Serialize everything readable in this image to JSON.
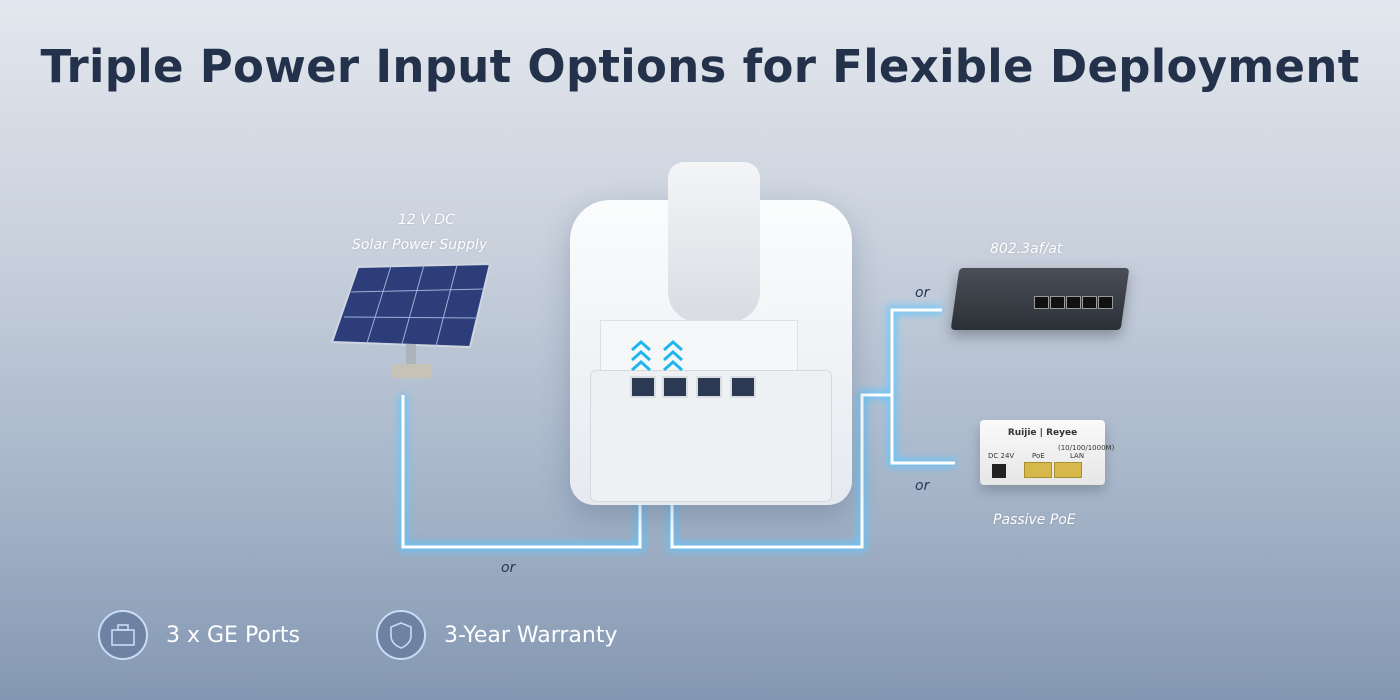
{
  "title": "Triple Power Input Options for Flexible Deployment",
  "solar": {
    "line1": "12 V DC",
    "line2": "Solar Power Supply"
  },
  "poe_switch": {
    "label": "802.3af/at"
  },
  "passive_poe": {
    "label": "Passive PoE",
    "brand": "Ruijie | Reyee",
    "dc": "DC 24V",
    "poe": "PoE",
    "lan_speed": "(10/100/1000M)",
    "lan": "LAN"
  },
  "connectors": [
    "or",
    "or",
    "or"
  ],
  "features": [
    {
      "icon": "ethernet-port-icon",
      "label": "3 x GE Ports"
    },
    {
      "icon": "shield-icon",
      "label": "3-Year Warranty"
    }
  ],
  "colors": {
    "title": "#23324a",
    "glow": "#5ec8ff"
  }
}
